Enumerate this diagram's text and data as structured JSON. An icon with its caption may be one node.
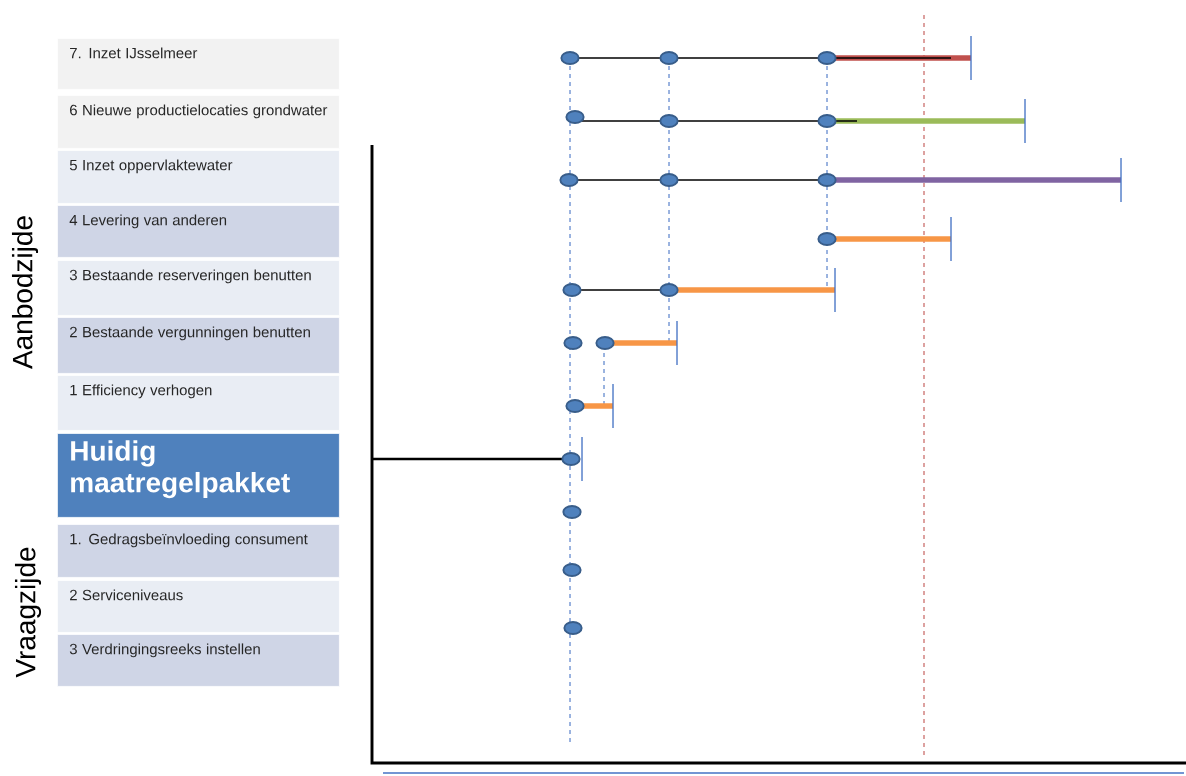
{
  "diagram": {
    "nodes": [
      {
        "text": [
          "7. Inzet IJsselmeer"
        ]
      },
      {
        "text": [
          "6 Nieuwe productielocaties grondwater"
        ]
      },
      {
        "text": [
          "5 Inzet oppervlaktewater"
        ]
      },
      {
        "text": [
          "4 Levering van anderen"
        ]
      },
      {
        "text": [
          "3 Bestaande reserveringen benutten"
        ]
      },
      {
        "text": [
          "2 Bestaande vergunningen benutten"
        ]
      },
      {
        "text": [
          "1 Efficiency verhogen"
        ]
      },
      {
        "text": [
          "Huidig maatregelpakket"
        ]
      },
      {
        "text": [
          "1. Gedragsbeïnvloeding consument"
        ]
      },
      {
        "text": [
          "2 Serviceniveaus"
        ]
      },
      {
        "text": [
          "3 Verdringingsreeks instellen"
        ]
      }
    ],
    "labels": [
      "Aanbodzijde",
      "Vraagzijde"
    ]
  }
}
